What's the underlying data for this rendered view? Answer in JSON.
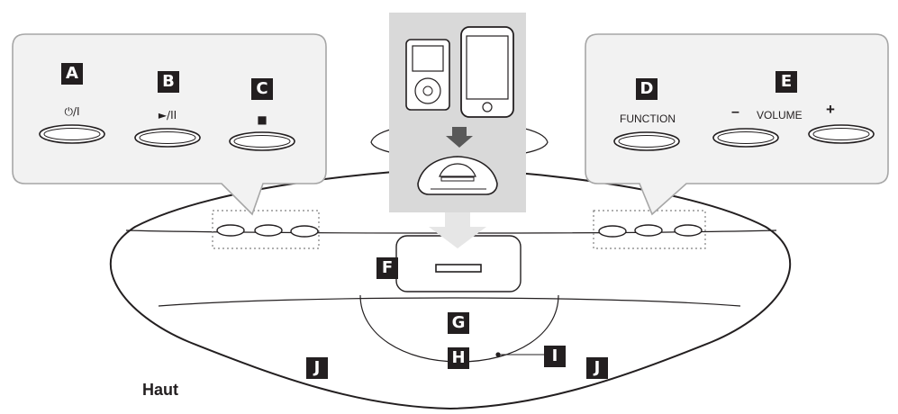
{
  "labels": {
    "A": "A",
    "B": "B",
    "C": "C",
    "D": "D",
    "E": "E",
    "F": "F",
    "G": "G",
    "H": "H",
    "I": "I",
    "J": "J"
  },
  "left_panel": {
    "power_symbol": "⏻/I",
    "play_pause_symbol": "►/II",
    "stop_symbol": "■"
  },
  "right_panel": {
    "function_label": "FUNCTION",
    "volume_minus": "–",
    "volume_label": "VOLUME",
    "volume_plus": "+"
  },
  "top_label": "Haut",
  "colors": {
    "outline": "#231f20",
    "callout_fill": "#f2f2f2",
    "callout_stroke": "#a6a6a6",
    "dock_panel": "#d9d9d9",
    "arrow": "#595959",
    "arrow_light": "#e6e6e6",
    "badge": "#231f20"
  }
}
